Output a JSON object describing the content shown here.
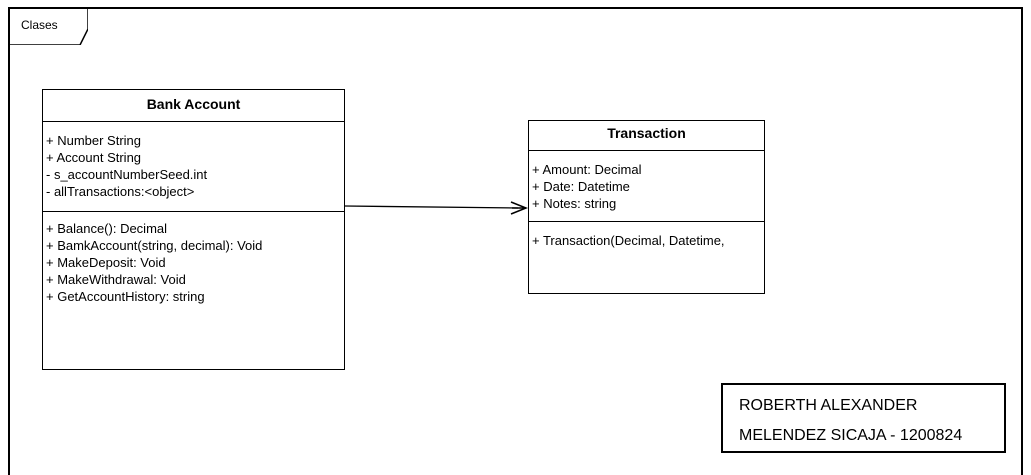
{
  "frame": {
    "label": "Clases"
  },
  "bank_account": {
    "title": "Bank Account",
    "attributes": [
      "+ Number String",
      "+ Account String",
      " - s_accountNumberSeed.int",
      " - allTransactions:<object>"
    ],
    "methods": [
      "+ Balance(): Decimal",
      "+ BamkAccount(string, decimal): Void",
      "+ MakeDeposit: Void",
      "+ MakeWithdrawal: Void",
      "+ GetAccountHistory: string"
    ]
  },
  "transaction": {
    "title": "Transaction",
    "attributes": [
      "+ Amount: Decimal",
      "+ Date: Datetime",
      "+ Notes: string"
    ],
    "methods": [
      "+ Transaction(Decimal, Datetime,"
    ]
  },
  "author_note": {
    "line1": "ROBERTH ALEXANDER",
    "line2": "MELENDEZ SICAJA - 1200824"
  }
}
